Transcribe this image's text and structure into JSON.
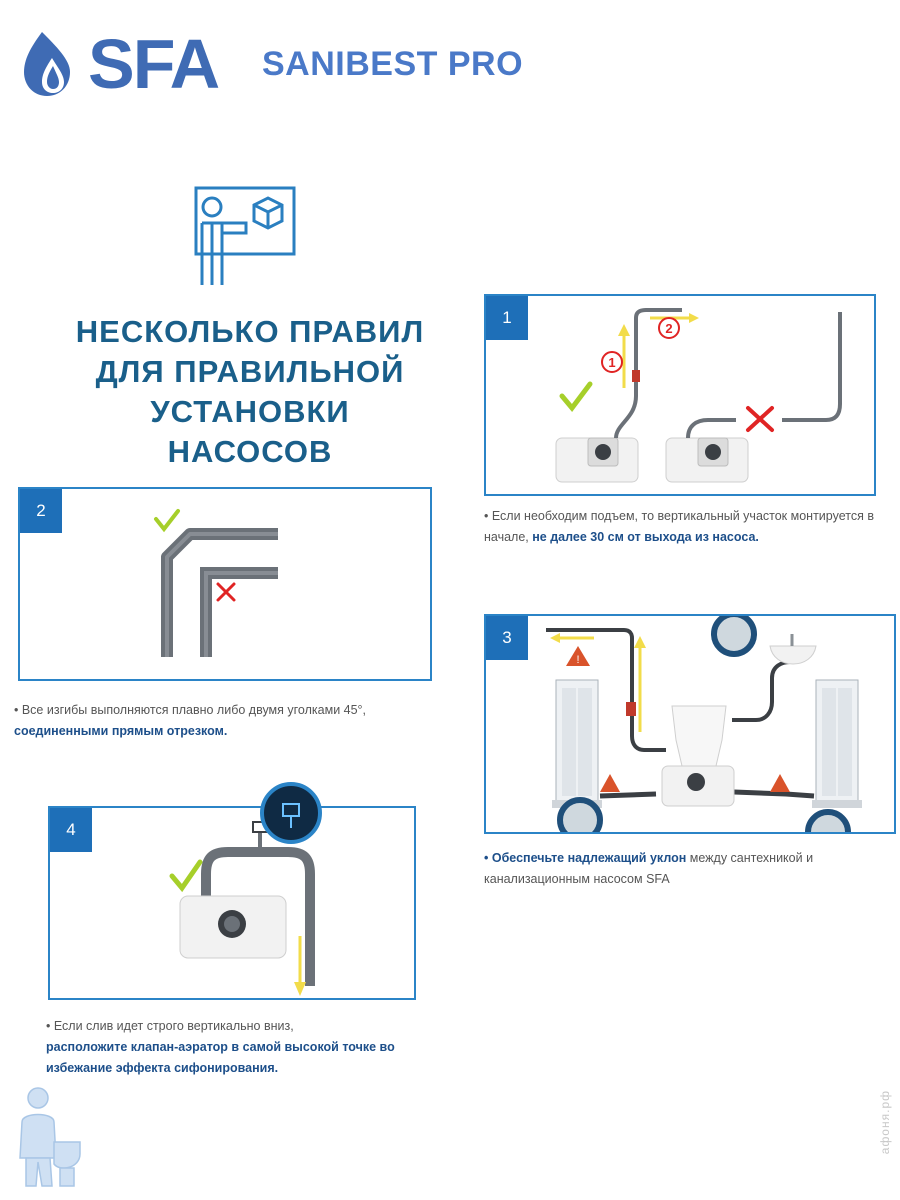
{
  "header": {
    "logo_text": "SFA",
    "product_name": "SANIBEST PRO"
  },
  "headline": {
    "lines": [
      "НЕСКОЛЬКО ПРАВИЛ",
      "ДЛЯ ПРАВИЛЬНОЙ",
      "УСТАНОВКИ",
      "НАСОСОВ"
    ]
  },
  "panels": [
    {
      "number": "1",
      "marker_1": "1",
      "marker_2": "2",
      "caption_normal": "• Если необходим подъем, то вертикальный участок монтируется в начале, ",
      "caption_bold": "не далее 30 см от выхода из насоса."
    },
    {
      "number": "2",
      "caption_normal": "• Все изгибы выполняются плавно либо двумя уголками 45°, ",
      "caption_bold": "соединенными прямым отрезком."
    },
    {
      "number": "3",
      "caption_bold": "• Обеспечьте надлежащий уклон",
      "caption_normal": " между сантехникой и канализационным насосом SFA"
    },
    {
      "number": "4",
      "caption_normal": "• Если слив идет строго вертикально вниз,",
      "caption_bold": "расположите клапан-аэратор в самой высокой точке во избежание эффекта сифонирования."
    }
  ],
  "watermark": {
    "text": "афоня.рф"
  },
  "colors": {
    "brand_blue": "#3f6bb4",
    "panel_border": "#2b84c7",
    "number_box": "#1e6fb8",
    "check_green": "#a6cf2a",
    "cross_red": "#e02424",
    "pipe_gray": "#6b7178",
    "arrow_yellow": "#f2dc4a"
  }
}
